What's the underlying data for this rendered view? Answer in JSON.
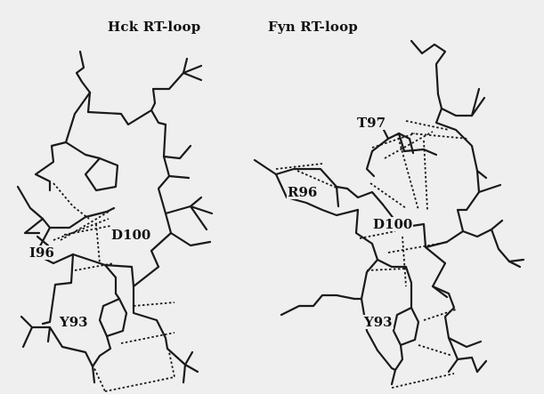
{
  "panels": [
    {
      "title": "Hck RT-loop",
      "residues": [
        "D100",
        "I96",
        "Y93"
      ]
    },
    {
      "title": "Fyn RT-loop",
      "residues": [
        "T97",
        "R96",
        "D100",
        "Y93"
      ]
    }
  ]
}
